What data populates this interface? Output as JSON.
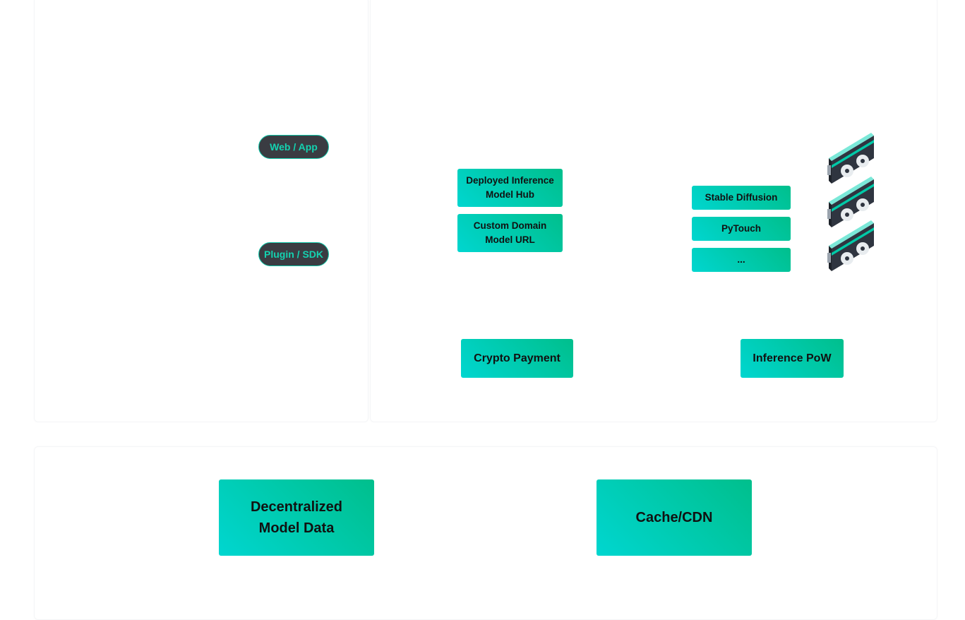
{
  "clients": {
    "web_app": "Web / App",
    "plugin_sdk": "Plugin / SDK"
  },
  "models": {
    "deployed_hub": "Deployed Inference Model Hub",
    "custom_domain": "Custom Domain Model URL"
  },
  "frameworks": [
    "Stable Diffusion",
    "PyTouch",
    "..."
  ],
  "payment": "Crypto Payment",
  "pow": "Inference PoW",
  "storage": {
    "model_data": "Decentralized Model Data",
    "cache": "Cache/CDN"
  },
  "colors": {
    "accent_start": "#00d6d0",
    "accent_end": "#00bf8c",
    "pill_bg": "#3a3c42",
    "pill_text": "#14d2b0"
  },
  "icons": [
    "gpu-card-icon",
    "gpu-card-icon",
    "gpu-card-icon"
  ]
}
